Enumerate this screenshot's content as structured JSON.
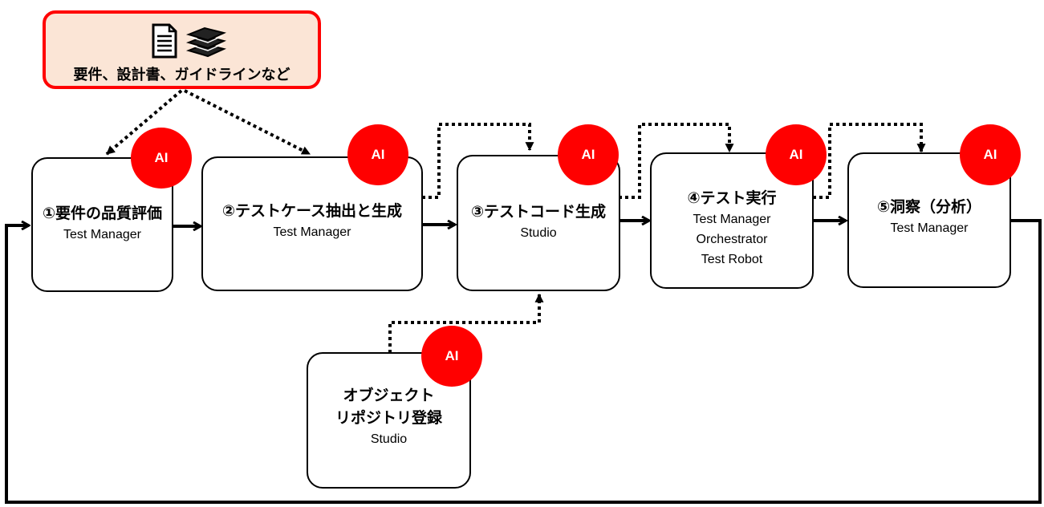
{
  "source": {
    "label": "要件、設計書、ガイドラインなど",
    "icons": [
      "document-icon",
      "books-icon"
    ]
  },
  "badge_label": "AI",
  "steps": [
    {
      "id": "step1",
      "title": "①要件の品質評価",
      "tools": [
        "Test Manager"
      ]
    },
    {
      "id": "step2",
      "title": "②テストケース抽出と生成",
      "tools": [
        "Test Manager"
      ]
    },
    {
      "id": "step3",
      "title": "③テストコード生成",
      "tools": [
        "Studio"
      ]
    },
    {
      "id": "step4",
      "title": "④テスト実行",
      "tools": [
        "Test Manager",
        "Orchestrator",
        "Test Robot"
      ]
    },
    {
      "id": "step5",
      "title": "⑤洞察（分析）",
      "tools": [
        "Test Manager"
      ]
    },
    {
      "id": "repo",
      "title_lines": [
        "オブジェクト",
        "リポジトリ登録"
      ],
      "tools": [
        "Studio"
      ]
    }
  ],
  "colors": {
    "accent": "#ff0000",
    "source_fill": "#fbe5d6",
    "line": "#000000"
  }
}
